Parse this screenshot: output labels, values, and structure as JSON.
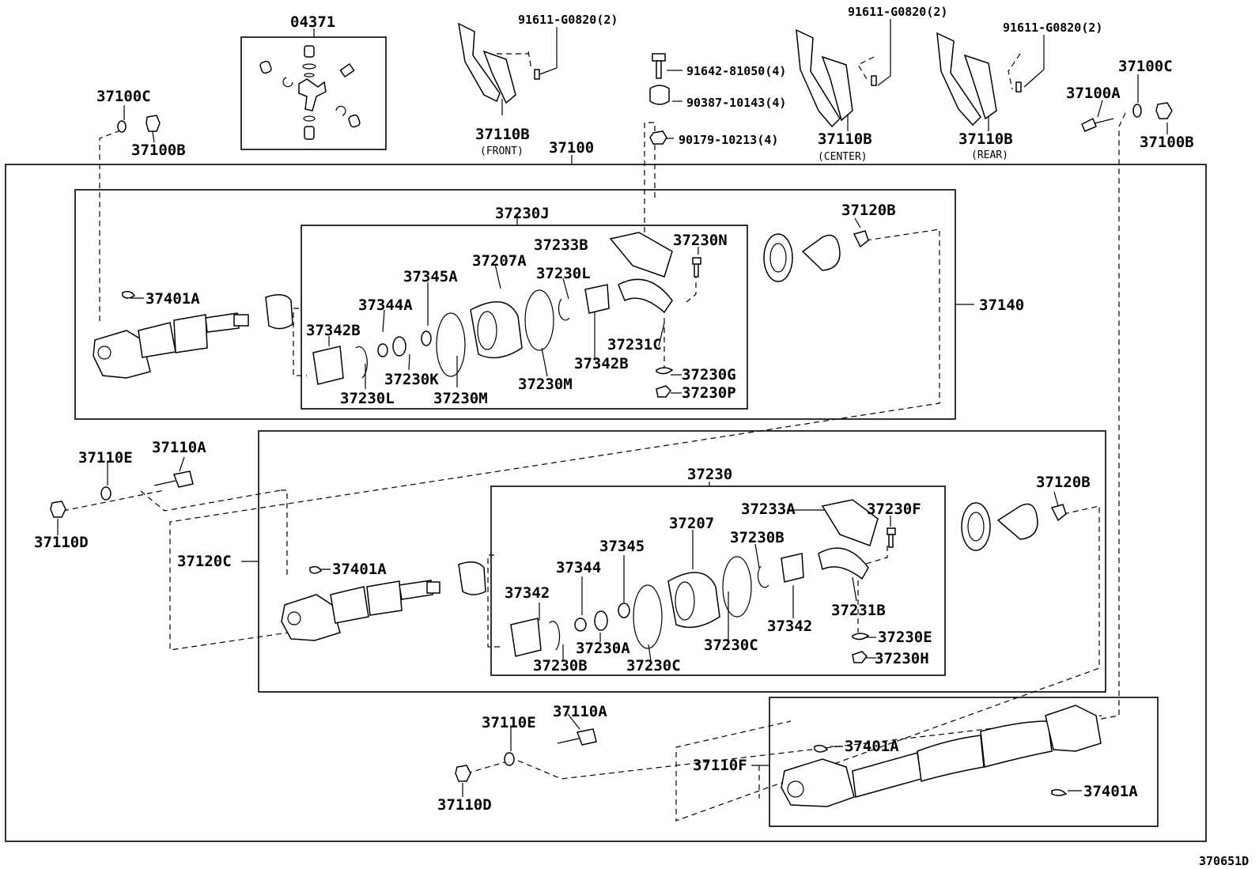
{
  "footer": {
    "code": "370651D"
  },
  "labels": {
    "p04371": "04371",
    "p37100C_a": "37100C",
    "p37100B_a": "37100B",
    "p91611_a": "91611-G0820(2)",
    "p37110B_front": "37110B",
    "cap_front": "(FRONT)",
    "p37100": "37100",
    "p91642": "91642-81050(4)",
    "p90387": "90387-10143(4)",
    "p90179": "90179-10213(4)",
    "p91611_b": "91611-G0820(2)",
    "p37110B_center": "37110B",
    "cap_center": "(CENTER)",
    "p91611_c": "91611-G0820(2)",
    "p37110B_rear": "37110B",
    "cap_rear": "(REAR)",
    "p37100C_b": "37100C",
    "p37100A": "37100A",
    "p37100B_b": "37100B",
    "p37230J": "37230J",
    "p37233B": "37233B",
    "p37230N": "37230N",
    "p37120B_a": "37120B",
    "p37207A": "37207A",
    "p37230L_a": "37230L",
    "p37345A": "37345A",
    "p37401A_a": "37401A",
    "p37344A": "37344A",
    "p37140": "37140",
    "p37342B_a": "37342B",
    "p37231C": "37231C",
    "p37342B_b": "37342B",
    "p37230K": "37230K",
    "p37230G": "37230G",
    "p37230M_a": "37230M",
    "p37230L_b": "37230L",
    "p37230M_b": "37230M",
    "p37230P": "37230P",
    "p37110E_a": "37110E",
    "p37110A_a": "37110A",
    "p37110D_a": "37110D",
    "p37230": "37230",
    "p37120B_b": "37120B",
    "p37233A": "37233A",
    "p37230F": "37230F",
    "p37207": "37207",
    "p37230B_a": "37230B",
    "p37120C": "37120C",
    "p37345": "37345",
    "p37401A_b": "37401A",
    "p37344": "37344",
    "p37342_a": "37342",
    "p37231B": "37231B",
    "p37342_b": "37342",
    "p37230E": "37230E",
    "p37230A": "37230A",
    "p37230C_a": "37230C",
    "p37230B_b": "37230B",
    "p37230C_b": "37230C",
    "p37230H": "37230H",
    "p37110E_b": "37110E",
    "p37110A_b": "37110A",
    "p37401A_c": "37401A",
    "p37110F": "37110F",
    "p37110D_b": "37110D",
    "p37401A_d": "37401A"
  }
}
